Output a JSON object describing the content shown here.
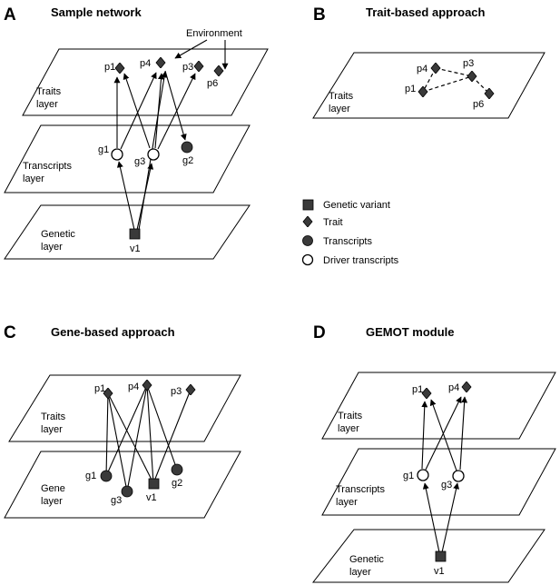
{
  "panels": {
    "A": {
      "letter": "A",
      "title": "Sample network",
      "environment": "Environment",
      "layers": {
        "traits": [
          "Traits",
          "layer"
        ],
        "transcripts": [
          "Transcripts",
          "layer"
        ],
        "genetic": [
          "Genetic",
          "layer"
        ]
      },
      "nodes": {
        "p1": "p1",
        "p4": "p4",
        "p3": "p3",
        "p6": "p6",
        "g1": "g1",
        "g3": "g3",
        "g2": "g2",
        "v1": "v1"
      }
    },
    "B": {
      "letter": "B",
      "title": "Trait-based approach",
      "layers": {
        "traits": [
          "Traits",
          "layer"
        ]
      },
      "nodes": {
        "p4": "p4",
        "p3": "p3",
        "p1": "p1",
        "p6": "p6"
      }
    },
    "C": {
      "letter": "C",
      "title": "Gene-based approach",
      "layers": {
        "traits": [
          "Traits",
          "layer"
        ],
        "gene": [
          "Gene",
          "layer"
        ]
      },
      "nodes": {
        "p1": "p1",
        "p4": "p4",
        "p3": "p3",
        "g1": "g1",
        "g3": "g3",
        "v1": "v1",
        "g2": "g2"
      }
    },
    "D": {
      "letter": "D",
      "title": "GEMOT module",
      "layers": {
        "traits": [
          "Traits",
          "layer"
        ],
        "transcripts": [
          "Transcripts",
          "layer"
        ],
        "genetic": [
          "Genetic",
          "layer"
        ]
      },
      "nodes": {
        "p1": "p1",
        "p4": "p4",
        "g1": "g1",
        "g3": "g3",
        "v1": "v1"
      }
    }
  },
  "legend": [
    {
      "shape": "square",
      "label": "Genetic variant"
    },
    {
      "shape": "diamond",
      "label": "Trait"
    },
    {
      "shape": "circle-filled",
      "label": "Transcripts"
    },
    {
      "shape": "circle-open",
      "label": "Driver transcripts"
    }
  ],
  "colors": {
    "node_fill": "#3a3a3a",
    "line": "#000000",
    "background": "#ffffff"
  }
}
